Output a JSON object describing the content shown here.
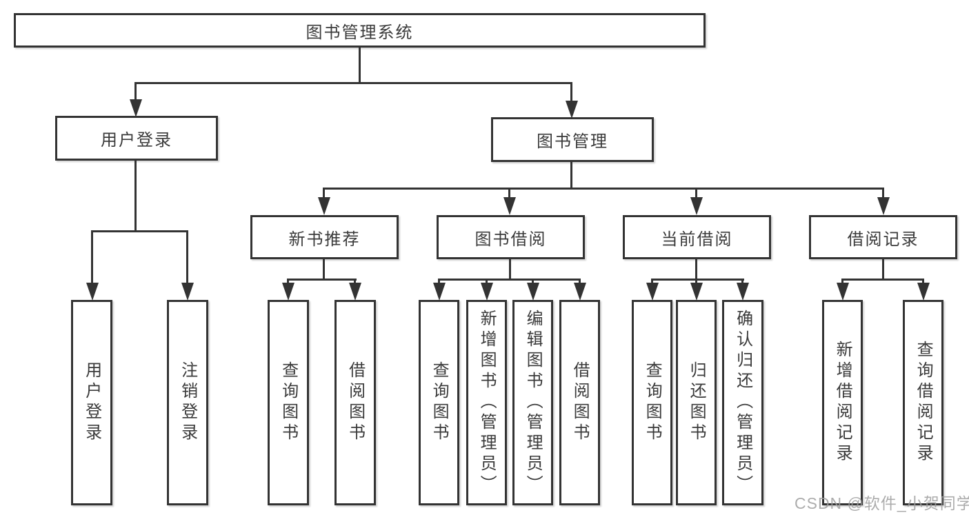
{
  "diagram": {
    "root": "图书管理系统",
    "level2": {
      "user_login": "用户登录",
      "book_mgmt": "图书管理"
    },
    "level3": {
      "new_books": "新书推荐",
      "borrow": "图书借阅",
      "current": "当前借阅",
      "records": "借阅记录"
    },
    "leaves": {
      "user_login": [
        "用户登录",
        "注销登录"
      ],
      "new_books": [
        "查询图书",
        "借阅图书"
      ],
      "borrow": [
        "查询图书",
        "新增图书（管理员）",
        "编辑图书（管理员）",
        "借阅图书"
      ],
      "current": [
        "查询图书",
        "归还图书",
        "确认归还（管理员）"
      ],
      "records": [
        "新增借阅记录",
        "查询借阅记录"
      ]
    },
    "colors": {
      "line": "#333333",
      "text": "#3a3a3a",
      "watermark": "#9e9e9e",
      "background": "#ffffff"
    }
  },
  "watermark": "CSDN @软件_小贺同学"
}
